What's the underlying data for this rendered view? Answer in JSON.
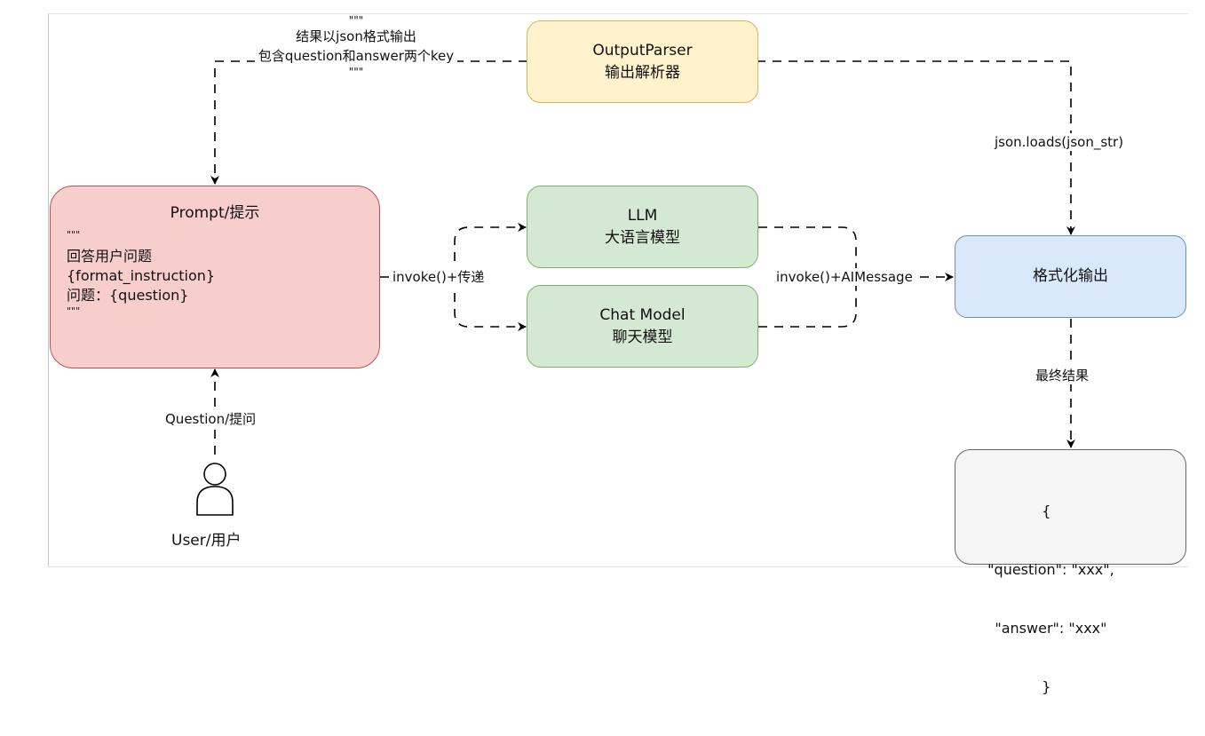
{
  "nodes": {
    "output_parser": {
      "line1": "OutputParser",
      "line2": "输出解析器"
    },
    "llm": {
      "line1": "LLM",
      "line2": "大语言模型"
    },
    "chat_model": {
      "line1": "Chat Model",
      "line2": "聊天模型"
    },
    "prompt": {
      "title": "Prompt/提示",
      "lines": [
        "\"\"\"",
        "回答用户问题",
        "{format_instruction}",
        "问题：{question}",
        "\"\"\""
      ]
    },
    "format_output": {
      "label": "格式化输出"
    },
    "result": {
      "lines": [
        "{",
        "  \"question\": \"xxx\",",
        "  \"answer\": \"xxx\"",
        "}"
      ]
    },
    "user": {
      "label": "User/用户"
    }
  },
  "edges": {
    "parser_to_prompt": {
      "lines": [
        "\"\"\"",
        "结果以json格式输出",
        "包含question和answer两个key",
        "\"\"\""
      ]
    },
    "parser_to_format": {
      "label": "json.loads(json_str)"
    },
    "prompt_to_models": {
      "label": "invoke()+传递"
    },
    "models_to_format": {
      "label": "invoke()+AIMessage"
    },
    "format_to_result": {
      "label": "最终结果"
    },
    "user_to_prompt": {
      "label": "Question/提问"
    }
  },
  "colors": {
    "yellow_fill": "#fff2cc",
    "yellow_stroke": "#d6b656",
    "green_fill": "#d5e8d4",
    "green_stroke": "#82b366",
    "red_fill": "#f8cecc",
    "red_stroke": "#b85450",
    "blue_fill": "#dae8fc",
    "blue_stroke": "#6c8ebf",
    "gray_fill": "#f5f5f5",
    "gray_stroke": "#666666"
  }
}
